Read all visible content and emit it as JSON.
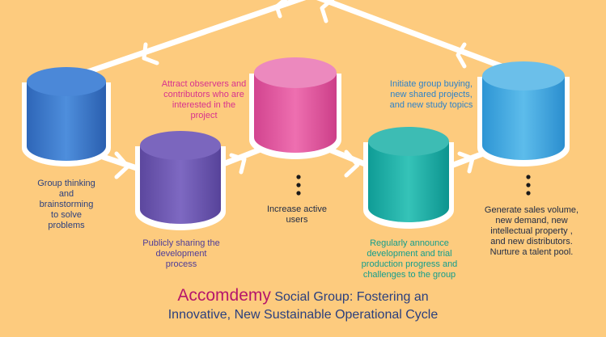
{
  "colors": {
    "background": "#FDCB7E",
    "connector": "#FFFFFF",
    "cyl_blue": "#3D7DCF",
    "cyl_purple": "#6F59B4",
    "cyl_pink": "#DE4E9E",
    "cyl_teal": "#17ADA5",
    "cyl_sky": "#3FA9E1",
    "text_navy": "#2A3F7E",
    "text_pink": "#D8328E",
    "text_purple": "#4E3C98",
    "text_teal": "#139E8C",
    "text_blue": "#2E82C8",
    "text_dark": "#1F2A44"
  },
  "steps": [
    {
      "text": "Group thinking and brainstorming to solve problems"
    },
    {
      "text": "Publicly sharing the development process"
    },
    {
      "text": "Attract observers and contributors who are interested in the project"
    },
    {
      "text": "Increase active users"
    },
    {
      "text": "Regularly announce development and trial production progress and challenges to the group"
    },
    {
      "text": "Initiate group buying, new shared projects, and new study topics"
    },
    {
      "text": "Generate sales volume, new demand, new intellectual property , and new distributors. Nurture a talent pool."
    }
  ],
  "caption": {
    "brand": "Accomdemy",
    "line1_rest": " Social Group: Fostering an",
    "line2": "Innovative, New Sustainable Operational Cycle"
  }
}
